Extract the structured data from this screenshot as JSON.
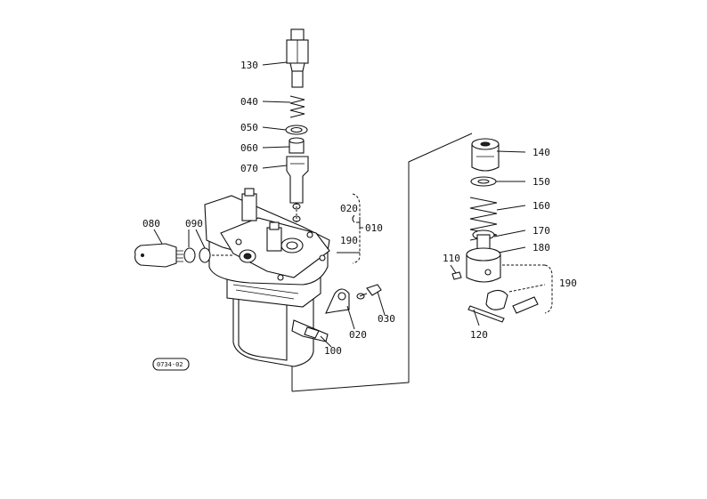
{
  "diagram": {
    "labels": {
      "p130": "130",
      "p040": "040",
      "p050": "050",
      "p060": "060",
      "p070": "070",
      "p080": "080",
      "p090": "090",
      "p020a": "020",
      "p010": "010",
      "p190a": "190",
      "p020b": "020",
      "p030": "030",
      "p100": "100",
      "p140": "140",
      "p150": "150",
      "p160": "160",
      "p170": "170",
      "p180": "180",
      "p110": "110",
      "p190b": "190",
      "p120": "120"
    },
    "drawing_code": "0734-02"
  }
}
